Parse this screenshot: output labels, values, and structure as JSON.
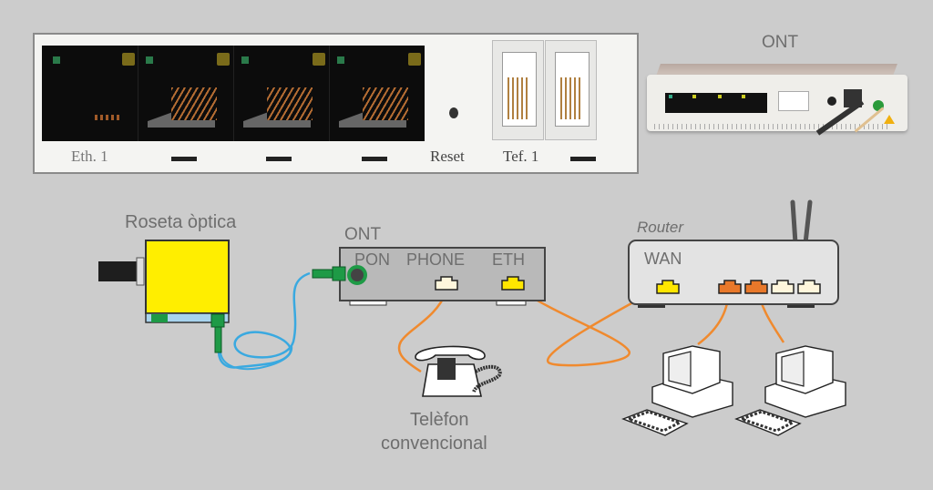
{
  "photo_closeup": {
    "labels": {
      "eth1": "Eth. 1",
      "reset": "Reset",
      "tef1": "Tef. 1"
    },
    "eth_port_count": 4,
    "tel_port_count": 2
  },
  "photo_ont": {
    "title": "ONT"
  },
  "diagram": {
    "rosette": {
      "label": "Roseta òptica"
    },
    "ont": {
      "label": "ONT",
      "ports": {
        "pon": "PON",
        "phone": "PHONE",
        "eth": "ETH"
      }
    },
    "router": {
      "label": "Router",
      "wan": "WAN",
      "lan_port_count": 4
    },
    "phone": {
      "label_line1": "Telèfon",
      "label_line2": "convencional"
    },
    "computers": {
      "count": 2
    }
  },
  "colors": {
    "background": "#cccccc",
    "rosette_yellow": "#ffee00",
    "fiber_blue": "#3aa9e0",
    "fiber_connector_green": "#1e9a46",
    "ethernet_cable_orange": "#f08a2e",
    "port_yellow": "#ffe600",
    "port_orange": "#e8782a",
    "port_cream": "#fff6dc"
  }
}
